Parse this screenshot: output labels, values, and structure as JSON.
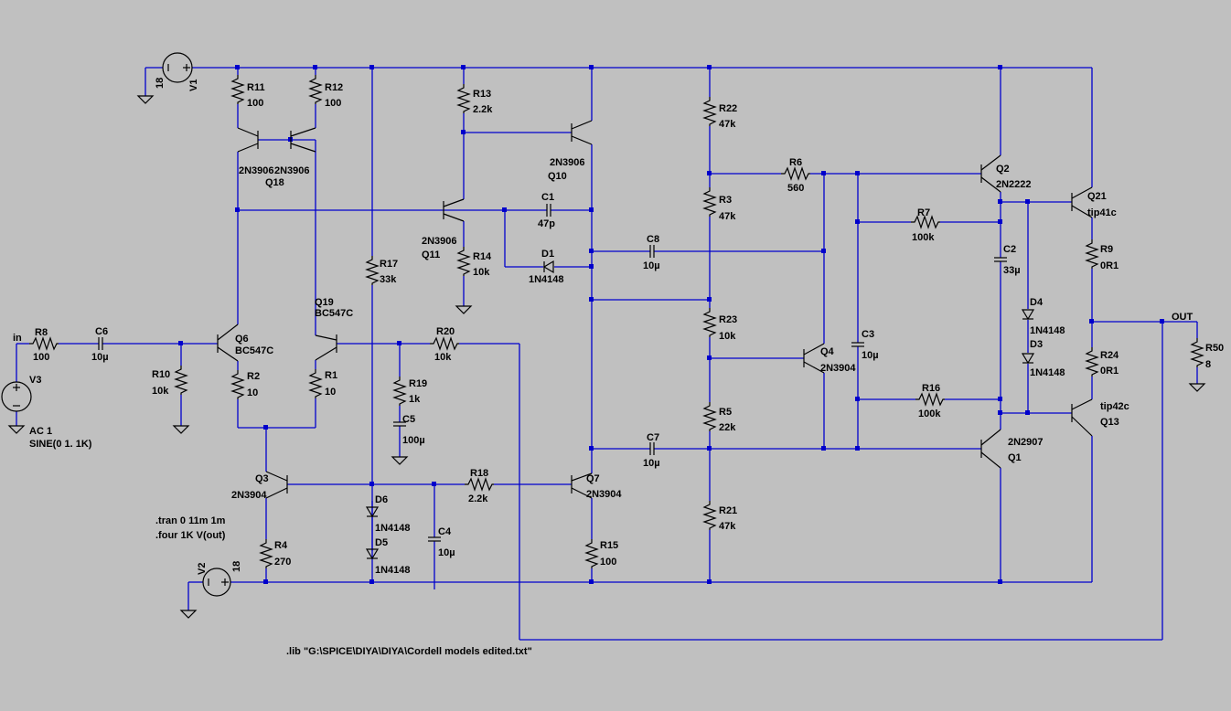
{
  "colors": {
    "background": "#c0c0c0",
    "wire": "#0000cc",
    "symbol": "#000000"
  },
  "labels": {
    "r11_n": "R11",
    "r11_v": "100",
    "r12_n": "R12",
    "r12_v": "100",
    "r13_n": "R13",
    "r13_v": "2.2k",
    "r22_n": "R22",
    "r22_v": "47k",
    "r3_n": "R3",
    "r3_v": "47k",
    "r6_n": "R6",
    "r6_v": "560",
    "r7_n": "R7",
    "r7_v": "100k",
    "r9_n": "R9",
    "r9_v": "0R1",
    "r14_n": "R14",
    "r14_v": "10k",
    "r17_n": "R17",
    "r17_v": "33k",
    "r8_n": "R8",
    "r8_v": "100",
    "r10_n": "R10",
    "r10_v": "10k",
    "r2_n": "R2",
    "r2_v": "10",
    "r1_n": "R1",
    "r1_v": "10",
    "r20_n": "R20",
    "r20_v": "10k",
    "r19_n": "R19",
    "r19_v": "1k",
    "r23_n": "R23",
    "r23_v": "10k",
    "r5_n": "R5",
    "r5_v": "22k",
    "r16_n": "R16",
    "r16_v": "100k",
    "r24_n": "R24",
    "r24_v": "0R1",
    "r50_n": "R50",
    "r50_v": "8",
    "r18_n": "R18",
    "r18_v": "2.2k",
    "r4_n": "R4",
    "r4_v": "270",
    "r15_n": "R15",
    "r15_v": "100",
    "r21_n": "R21",
    "r21_v": "47k",
    "c1_n": "C1",
    "c1_v": "47p",
    "c8_n": "C8",
    "c8_v": "10µ",
    "c2_n": "C2",
    "c2_v": "33µ",
    "c3_n": "C3",
    "c3_v": "10µ",
    "c6_n": "C6",
    "c6_v": "10µ",
    "c5_n": "C5",
    "c5_v": "100µ",
    "c7_n": "C7",
    "c7_v": "10µ",
    "c4_n": "C4",
    "c4_v": "10µ",
    "d1_n": "D1",
    "d1_v": "1N4148",
    "d4_n": "D4",
    "d4_v": "1N4148",
    "d3_n": "D3",
    "d3_v": "1N4148",
    "d6_n": "D6",
    "d6_v": "1N4148",
    "d5_n": "D5",
    "d5_v": "1N4148",
    "q10_t": "2N3906",
    "q10_n": "Q10",
    "q11_t": "2N3906",
    "q11_n": "Q11",
    "q18_t1": "2N3906",
    "q18_t2": "2N3906",
    "q18_n": "Q18",
    "q2_n": "Q2",
    "q2_t": "2N2222",
    "q21_n": "Q21",
    "q21_t": "tip41c",
    "q19_n": "Q19",
    "q19_t": "BC547C",
    "q6_n": "Q6",
    "q6_t": "BC547C",
    "q4_n": "Q4",
    "q4_t": "2N3904",
    "q13_t": "tip42c",
    "q13_n": "Q13",
    "q1_t": "2N2907",
    "q1_n": "Q1",
    "q3_n": "Q3",
    "q3_t": "2N3904",
    "q7_n": "Q7",
    "q7_t": "2N3904",
    "v1_n": "V1",
    "v1_v": "18",
    "v2_n": "V2",
    "v2_v": "18",
    "v3_n": "V3",
    "v3_ac": "AC 1",
    "v3_sine": "SINE(0 1. 1K)",
    "in": "in",
    "out": "OUT",
    "tran": ".tran 0 11m 1m",
    "four": ".four 1K V(out)",
    "lib": ".lib \"G:\\SPICE\\DIYA\\DIYA\\Cordell models edited.txt\""
  }
}
